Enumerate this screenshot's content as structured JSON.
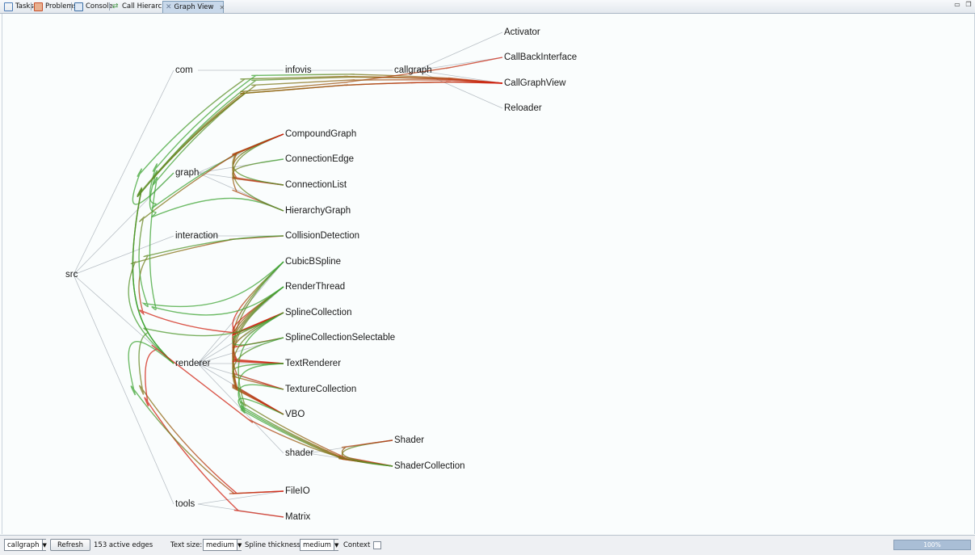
{
  "tabs": [
    {
      "label": "Tasks",
      "icon": "tasks-icon",
      "color": "#4a7bb7"
    },
    {
      "label": "Problems",
      "icon": "problems-icon",
      "color": "#c8502a"
    },
    {
      "label": "Console",
      "icon": "console-icon",
      "color": "#3a6ea5"
    },
    {
      "label": "Call Hierarchy",
      "icon": "call-hierarchy-icon",
      "color": "#3d8f3d"
    },
    {
      "label": "Graph View",
      "icon": "graph-view-icon",
      "color": "#7f8fa8",
      "active": true
    }
  ],
  "graph": {
    "colors": {
      "green": "#3fa535",
      "red": "#d02010",
      "olive": "#8a6a10",
      "tree": "#b9c0c6"
    },
    "nodes": [
      {
        "id": "src",
        "label": "src"
      },
      {
        "id": "com",
        "label": "com"
      },
      {
        "id": "graph",
        "label": "graph"
      },
      {
        "id": "interaction",
        "label": "interaction"
      },
      {
        "id": "renderer",
        "label": "renderer"
      },
      {
        "id": "tools",
        "label": "tools"
      },
      {
        "id": "infovis",
        "label": "infovis"
      },
      {
        "id": "callgraph",
        "label": "callgraph"
      },
      {
        "id": "Activator",
        "label": "Activator"
      },
      {
        "id": "CallBackInterface",
        "label": "CallBackInterface"
      },
      {
        "id": "CallGraphView",
        "label": "CallGraphView"
      },
      {
        "id": "Reloader",
        "label": "Reloader"
      },
      {
        "id": "CompoundGraph",
        "label": "CompoundGraph"
      },
      {
        "id": "ConnectionEdge",
        "label": "ConnectionEdge"
      },
      {
        "id": "ConnectionList",
        "label": "ConnectionList"
      },
      {
        "id": "HierarchyGraph",
        "label": "HierarchyGraph"
      },
      {
        "id": "CollisionDetection",
        "label": "CollisionDetection"
      },
      {
        "id": "CubicBSpline",
        "label": "CubicBSpline"
      },
      {
        "id": "RenderThread",
        "label": "RenderThread"
      },
      {
        "id": "SplineCollection",
        "label": "SplineCollection"
      },
      {
        "id": "SplineCollectionSelectable",
        "label": "SplineCollectionSelectable"
      },
      {
        "id": "TextRenderer",
        "label": "TextRenderer"
      },
      {
        "id": "TextureCollection",
        "label": "TextureCollection"
      },
      {
        "id": "VBO",
        "label": "VBO"
      },
      {
        "id": "shader",
        "label": "shader"
      },
      {
        "id": "Shader",
        "label": "Shader"
      },
      {
        "id": "ShaderCollection",
        "label": "ShaderCollection"
      },
      {
        "id": "FileIO",
        "label": "FileIO"
      },
      {
        "id": "Matrix",
        "label": "Matrix"
      }
    ],
    "tree_edges": [
      [
        "src",
        "com"
      ],
      [
        "src",
        "graph"
      ],
      [
        "src",
        "interaction"
      ],
      [
        "src",
        "renderer"
      ],
      [
        "src",
        "tools"
      ],
      [
        "com",
        "infovis"
      ],
      [
        "infovis",
        "callgraph"
      ],
      [
        "callgraph",
        "Activator"
      ],
      [
        "callgraph",
        "CallBackInterface"
      ],
      [
        "callgraph",
        "CallGraphView"
      ],
      [
        "callgraph",
        "Reloader"
      ],
      [
        "graph",
        "CompoundGraph"
      ],
      [
        "graph",
        "ConnectionEdge"
      ],
      [
        "graph",
        "ConnectionList"
      ],
      [
        "graph",
        "HierarchyGraph"
      ],
      [
        "interaction",
        "CollisionDetection"
      ],
      [
        "renderer",
        "CubicBSpline"
      ],
      [
        "renderer",
        "RenderThread"
      ],
      [
        "renderer",
        "SplineCollection"
      ],
      [
        "renderer",
        "SplineCollectionSelectable"
      ],
      [
        "renderer",
        "TextRenderer"
      ],
      [
        "renderer",
        "TextureCollection"
      ],
      [
        "renderer",
        "VBO"
      ],
      [
        "renderer",
        "shader"
      ],
      [
        "shader",
        "Shader"
      ],
      [
        "shader",
        "ShaderCollection"
      ],
      [
        "tools",
        "FileIO"
      ],
      [
        "tools",
        "Matrix"
      ]
    ],
    "call_edges": [
      [
        "graph",
        "CallGraphView"
      ],
      [
        "CompoundGraph",
        "CallGraphView"
      ],
      [
        "HierarchyGraph",
        "CallGraphView"
      ],
      [
        "renderer",
        "CallGraphView"
      ],
      [
        "renderer",
        "CallBackInterface"
      ],
      [
        "renderer",
        "CallGraphView"
      ],
      [
        "CompoundGraph",
        "ConnectionList"
      ],
      [
        "CompoundGraph",
        "HierarchyGraph"
      ],
      [
        "ConnectionEdge",
        "ConnectionList"
      ],
      [
        "HierarchyGraph",
        "CompoundGraph"
      ],
      [
        "ConnectionList",
        "CompoundGraph"
      ],
      [
        "renderer",
        "CollisionDetection"
      ],
      [
        "CollisionDetection",
        "SplineCollection"
      ],
      [
        "CubicBSpline",
        "SplineCollection"
      ],
      [
        "CubicBSpline",
        "TextRenderer"
      ],
      [
        "CubicBSpline",
        "VBO"
      ],
      [
        "RenderThread",
        "SplineCollection"
      ],
      [
        "RenderThread",
        "TextRenderer"
      ],
      [
        "RenderThread",
        "TextureCollection"
      ],
      [
        "RenderThread",
        "VBO"
      ],
      [
        "RenderThread",
        "SplineCollectionSelectable"
      ],
      [
        "SplineCollection",
        "VBO"
      ],
      [
        "SplineCollection",
        "ShaderCollection"
      ],
      [
        "SplineCollection",
        "TextRenderer"
      ],
      [
        "SplineCollectionSelectable",
        "SplineCollection"
      ],
      [
        "SplineCollectionSelectable",
        "VBO"
      ],
      [
        "TextRenderer",
        "TextureCollection"
      ],
      [
        "TextRenderer",
        "ShaderCollection"
      ],
      [
        "TextureCollection",
        "ShaderCollection"
      ],
      [
        "VBO",
        "ShaderCollection"
      ],
      [
        "Shader",
        "ShaderCollection"
      ],
      [
        "ShaderCollection",
        "Shader"
      ],
      [
        "SplineCollection",
        "FileIO"
      ],
      [
        "ShaderCollection",
        "Matrix"
      ],
      [
        "renderer",
        "FileIO"
      ],
      [
        "CubicBSpline",
        "CompoundGraph"
      ],
      [
        "RenderThread",
        "CallGraphView"
      ]
    ]
  },
  "toolbar": {
    "graph_select": "callgraph",
    "refresh_label": "Refresh",
    "edge_count": "153 active edges",
    "text_size_label": "Text size:",
    "text_size_value": "medium",
    "spline_label": "Spline thickness:",
    "spline_value": "medium",
    "context_label": "Context",
    "progress_label": "100%",
    "progress_value": 1.0
  }
}
